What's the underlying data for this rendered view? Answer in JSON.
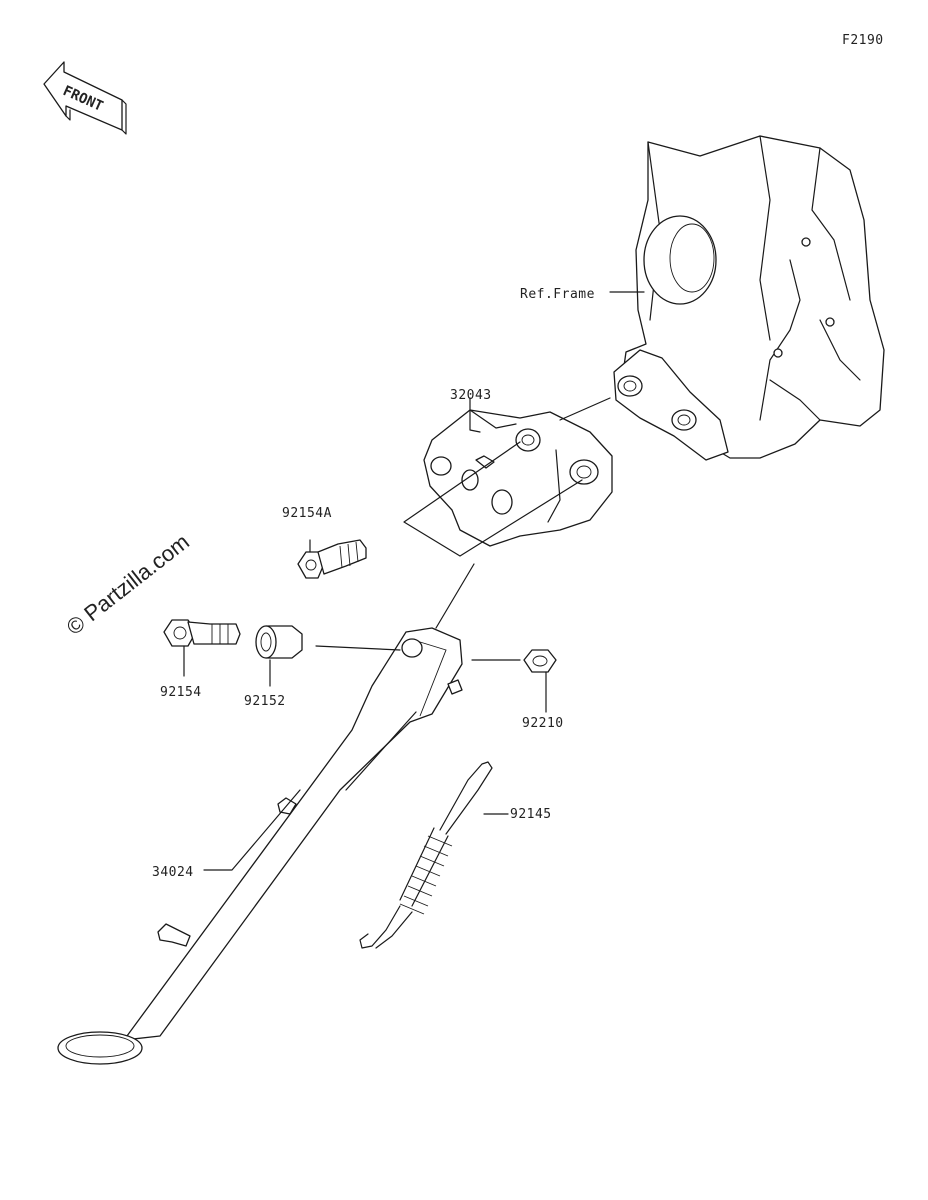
{
  "diagram_code": "F2190",
  "front_arrow": {
    "label": "FRONT",
    "icon": "front-arrow-icon"
  },
  "watermark": "© Partzilla.com",
  "callouts": {
    "ref_frame": "Ref.Frame",
    "p32043": "32043",
    "p92154a": "92154A",
    "p92154": "92154",
    "p92152": "92152",
    "p92210": "92210",
    "p92145": "92145",
    "p34024": "34024"
  }
}
